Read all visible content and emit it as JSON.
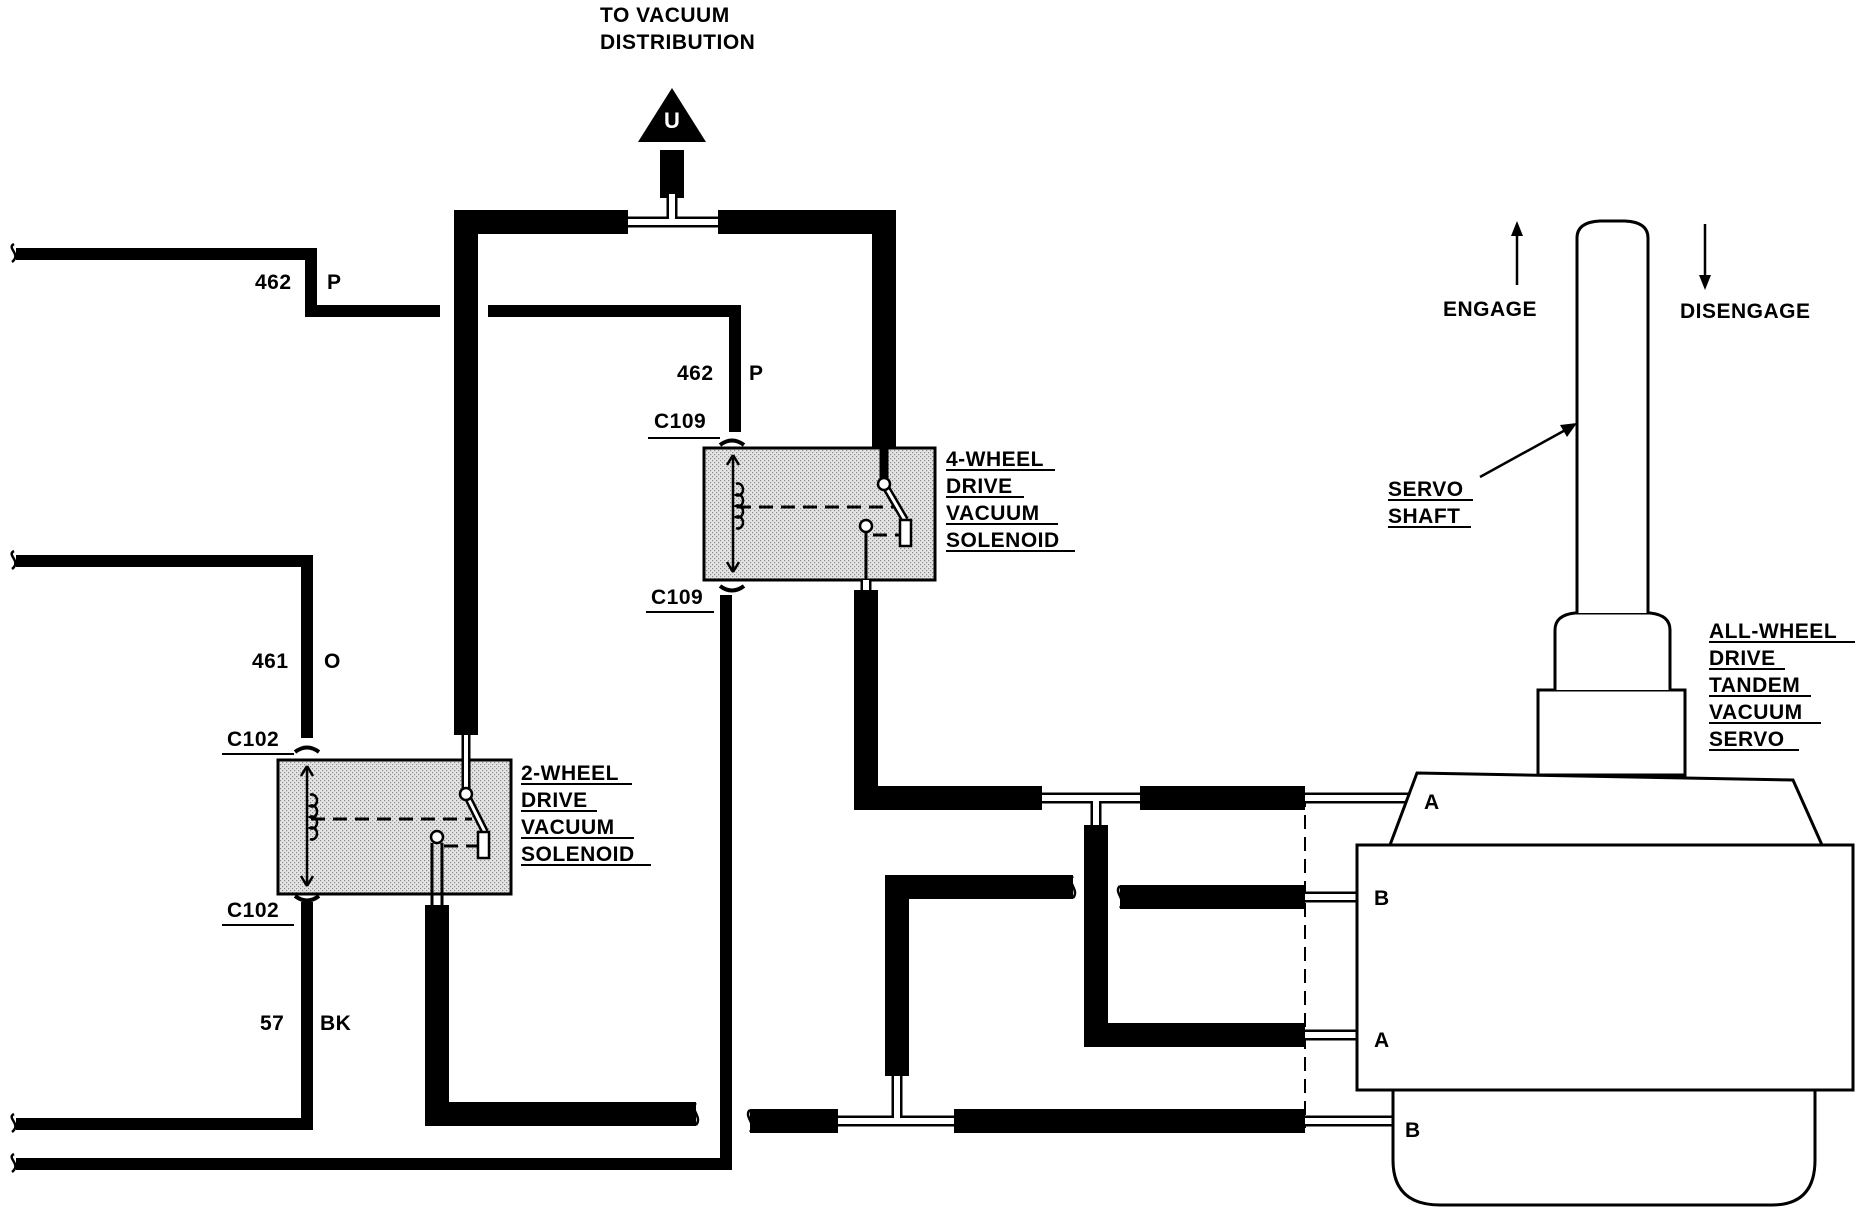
{
  "vacuum_label": [
    "TO VACUUM",
    "DISTRIBUTION"
  ],
  "vacuum_symbol": "U",
  "wires": {
    "w462_top": {
      "num": "462",
      "color": "P"
    },
    "w462_right": {
      "num": "462",
      "color": "P"
    },
    "w461": {
      "num": "461",
      "color": "O"
    },
    "w57": {
      "num": "57",
      "color": "BK"
    }
  },
  "connectors": {
    "c102_top": "C102",
    "c102_bottom": "C102",
    "c109_top": "C109",
    "c109_bottom": "C109"
  },
  "solenoid_2wd": [
    "2-WHEEL",
    "DRIVE",
    "VACUUM",
    "SOLENOID"
  ],
  "solenoid_4wd": [
    "4-WHEEL",
    "DRIVE",
    "VACUUM",
    "SOLENOID"
  ],
  "servo_label": [
    "ALL-WHEEL",
    "DRIVE",
    "TANDEM",
    "VACUUM",
    "SERVO"
  ],
  "servo_shaft_label": [
    "SERVO",
    "SHAFT"
  ],
  "engage_label": "ENGAGE",
  "disengage_label": "DISENGAGE",
  "ports": [
    "A",
    "B",
    "A",
    "B"
  ],
  "colors": {
    "ink": "#000000",
    "solenoid_fill": "#dcdcdc",
    "background": "#ffffff"
  }
}
